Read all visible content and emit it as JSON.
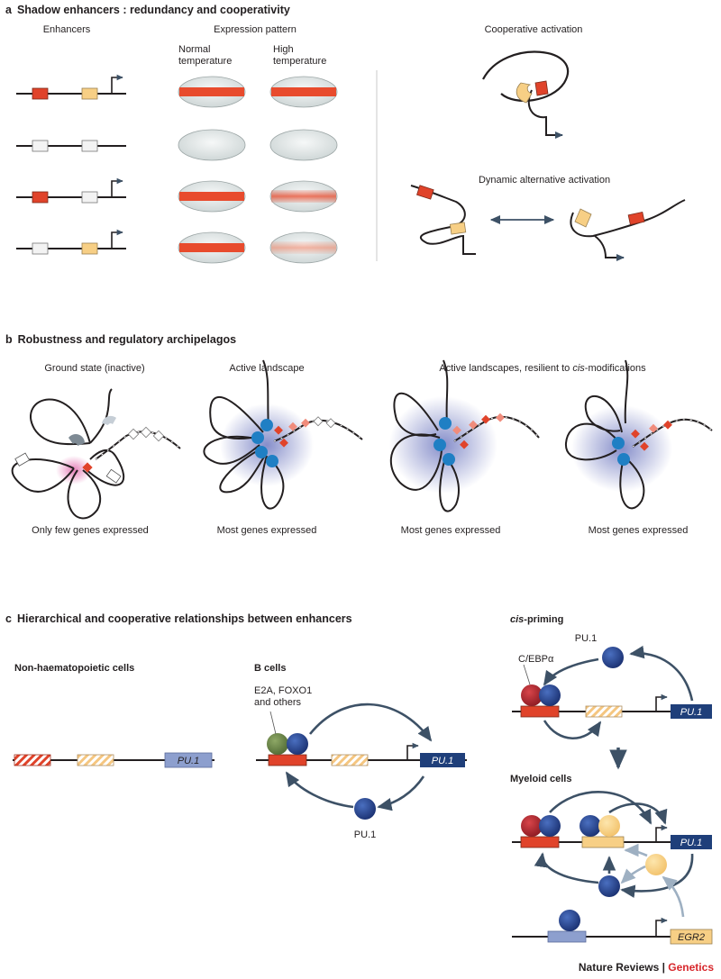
{
  "panel_a": {
    "letter": "a",
    "title": "Shadow enhancers : redundancy and cooperativity",
    "col_enhancers": "Enhancers",
    "col_expression": "Expression pattern",
    "sub_normal_1": "Normal",
    "sub_normal_2": "temperature",
    "sub_high_1": "High",
    "sub_high_2": "temperature",
    "cooperative": "Cooperative activation",
    "dynamic": "Dynamic alternative activation"
  },
  "panel_b": {
    "letter": "b",
    "title": "Robustness and regulatory archipelagos",
    "state1": "Ground state (inactive)",
    "state2": "Active landscape",
    "state3_pre": "Active landscapes, resilient to ",
    "state3_cis": "cis",
    "state3_post": "-modifications",
    "cap1": "Only few genes expressed",
    "cap2": "Most genes expressed",
    "cap3": "Most genes expressed",
    "cap4": "Most genes expressed"
  },
  "panel_c": {
    "letter": "c",
    "title": "Hierarchical and cooperative relationships between enhancers",
    "nonhaem": "Non-haematopoietic cells",
    "bcells": "B cells",
    "e2a_1": "E2A, FOXO1",
    "e2a_2": "and others",
    "pu1_protein": "PU.1",
    "gene_pu1": "PU.1",
    "cispriming_cis": "cis",
    "cispriming_rest": "-priming",
    "cebpa": "C/EBPα",
    "pu1_top": "PU.1",
    "myeloid": "Myeloid cells",
    "gene_egr2": "EGR2"
  },
  "footer": {
    "journal": "Nature Reviews",
    "sep": " | ",
    "section": "Genetics"
  },
  "colors": {
    "red_enhancer": "#e0432a",
    "yellow_enhancer": "#f7cf85",
    "gene_blue": "#1f3f7a",
    "gene_lavender": "#8d9fce",
    "pu1_blue": "#24418c",
    "cebpa_red": "#b5242f",
    "olive": "#6f8a4a",
    "arrow": "#3d5166",
    "accent_red": "#d7262b"
  }
}
